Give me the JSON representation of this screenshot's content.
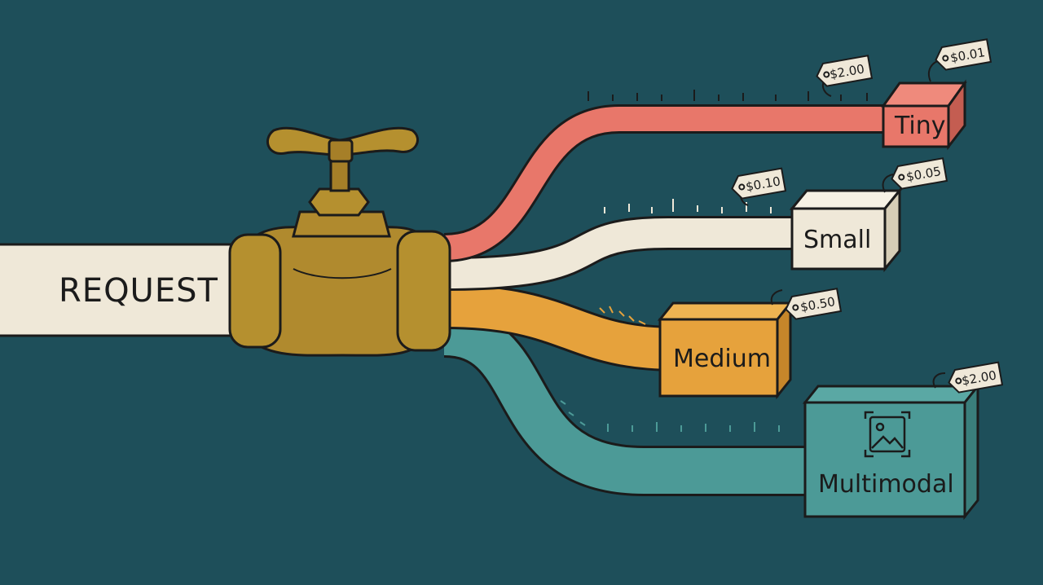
{
  "colors": {
    "background": "#1e4f5a",
    "pipe": "#efe8d8",
    "valve": "#b08a2e",
    "tiny": "#e8776a",
    "small": "#efe8d8",
    "medium": "#e6a23c",
    "multimodal": "#4c9a97",
    "outline": "#1b1b1b"
  },
  "request_label": "REQUEST",
  "tiers": [
    {
      "label": "Tiny",
      "price": "$0.01",
      "rate_tag": "$2.00",
      "color": "tiny"
    },
    {
      "label": "Small",
      "price": "$0.05",
      "rate_tag": "$0.10",
      "color": "small"
    },
    {
      "label": "Medium",
      "price": "$0.50",
      "color": "medium"
    },
    {
      "label": "Multimodal",
      "price": "$2.00",
      "color": "multimodal",
      "icon": "image-icon"
    }
  ]
}
